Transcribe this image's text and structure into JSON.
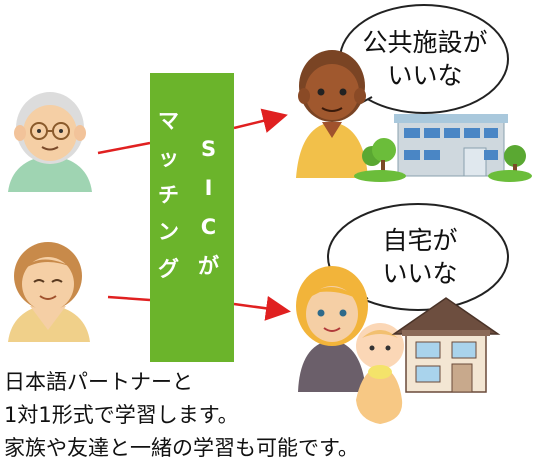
{
  "banner": {
    "vertical_left": [
      "マ",
      "ッ",
      "チ",
      "ン",
      "グ"
    ],
    "vertical_right": [
      "S",
      "I",
      "C",
      "が"
    ],
    "color": "#6bb42b"
  },
  "bubbles": {
    "top": {
      "line1": "公共施設が",
      "line2": "いいな"
    },
    "bottom": {
      "line1": "自宅が",
      "line2": "いいな"
    }
  },
  "caption": {
    "line1": "日本語パートナーと",
    "line2": "1対1形式で学習します。",
    "line3": "家族や友達と一緒の学習も可能です。"
  },
  "colors": {
    "arrow": "#e02020",
    "banner": "#6bb42b"
  }
}
